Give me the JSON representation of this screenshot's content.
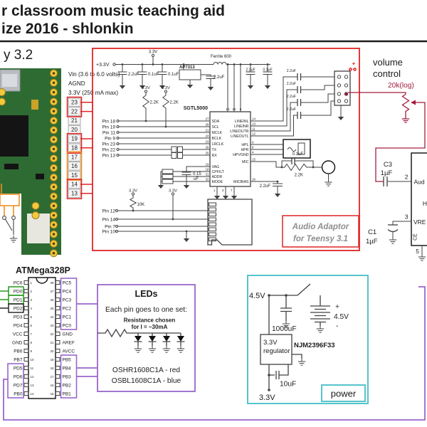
{
  "header": {
    "title_line1": "r classroom music teaching aid",
    "title_line2": "ize 2016  -  shlonkin"
  },
  "teensy": {
    "label": "y 3.2",
    "vin": "Vin  (3.6 to 6.0 volts)",
    "agnd": "AGND",
    "v33": "3.3V (250 mA max)",
    "pins": [
      "23",
      "22",
      "21",
      "20",
      "19",
      "18",
      "17",
      "16",
      "15",
      "14",
      "13"
    ]
  },
  "audio": {
    "supply": {
      "in": "+3.3V",
      "vtop": "3.3V",
      "c1": "2.2uF",
      "c2": "0.1uF",
      "c3": "0.1uF",
      "reg": "AP7313",
      "c4": "2.2uF",
      "ferrite": "Ferrite 600",
      "c5": "2.2uF",
      "c6": "0.1uF"
    },
    "pullups": {
      "v1": "3.3V",
      "v2": "3.3V",
      "r1": "2.2K",
      "r2": "2.2K"
    },
    "pins_left": [
      "Pin 18",
      "Pin 19",
      "Pin 11",
      "Pin 9",
      "Pin 23",
      "Pin 22",
      "Pin 13"
    ],
    "chip": {
      "name": "SGTL5000",
      "top_nums": [
        "10",
        "20",
        "5"
      ],
      "left": [
        {
          "n": "27",
          "t": "SDA"
        },
        {
          "n": "28",
          "t": "SCL"
        },
        {
          "n": "21",
          "t": "MCLK"
        },
        {
          "n": "24",
          "t": "BCLK"
        },
        {
          "n": "23",
          "t": "LRCLK"
        },
        {
          "n": "26",
          "t": "TX"
        },
        {
          "n": "25",
          "t": "RX"
        },
        {
          "n": "19",
          "t": "VAG"
        },
        {
          "n": "18",
          "t": "CPFILT"
        },
        {
          "n": "31",
          "t": "ADDR"
        },
        {
          "n": "32",
          "t": "MODE"
        }
      ],
      "right": [
        {
          "n": "14",
          "t": "LINEINL"
        },
        {
          "n": "13",
          "t": "LINEINR"
        },
        {
          "n": "11",
          "t": "LINEOUTR"
        },
        {
          "n": "12",
          "t": "LINEOUTL"
        },
        {
          "n": "6",
          "t": "HPL"
        },
        {
          "n": "8",
          "t": "HPR"
        },
        {
          "n": "4",
          "t": "HPVGND"
        },
        {
          "n": "15",
          "t": "MIC"
        },
        {
          "n": "16",
          "t": "MICBIAS"
        }
      ],
      "bottom": [
        "1",
        "3",
        "7"
      ]
    },
    "vag_cap_a": "0.15",
    "vag_cap_b": "uF",
    "line_caps": [
      "2.2uF",
      "2.2uF",
      "2.2uF",
      "2.2uF"
    ],
    "mic": {
      "cap": "0.1uF",
      "res": "2.2K",
      "bias_cap": "2.2uF"
    },
    "sd": {
      "v1": "3.3V",
      "r": "10K",
      "v2": "3.3V",
      "pins": [
        "Pin 12",
        "Pin 14",
        "Pin 7",
        "Pin 10"
      ]
    },
    "plus": "+",
    "note1": "Audio Adaptor",
    "note2": "for Teensy 3.1"
  },
  "volume": {
    "l1": "volume",
    "l2": "control",
    "pot": "20k(log)"
  },
  "amp": {
    "c3": "C3",
    "c3v": "1µF",
    "p2": "2",
    "aud": "Aud",
    "h": "H",
    "p3": "3",
    "vre": "VRE",
    "c1": "C1",
    "c1v": "1µF",
    "ce": "CE",
    "p5": "5"
  },
  "atmega": {
    "label": "ATMega328P",
    "left": [
      "PC6",
      "PD0",
      "PD1",
      "PD2",
      "PD3",
      "PD4",
      "VCC",
      "GND",
      "PB6",
      "PB7",
      "PD5",
      "PD6",
      "PD7",
      "PB0"
    ],
    "right": [
      "PC5",
      "PC4",
      "PC3",
      "PC2",
      "PC1",
      "PC0",
      "GND",
      "AREF",
      "AVCC",
      "PB5",
      "PB4",
      "PB3",
      "PB2",
      "PB1"
    ],
    "lnum": [
      "1",
      "2",
      "3",
      "4",
      "5",
      "6",
      "7",
      "8",
      "9",
      "10",
      "11",
      "12",
      "13",
      "14"
    ],
    "rnum": [
      "28",
      "27",
      "26",
      "25",
      "24",
      "23",
      "22",
      "21",
      "20",
      "19",
      "18",
      "17",
      "16",
      "15"
    ]
  },
  "leds": {
    "title": "LEDs",
    "sub": "Each pin goes to one set:",
    "note1": "Resistance chosen",
    "note2": "for I = ~30mA",
    "red_part": "OSHR1608C1A - red",
    "blue_part": "OSBL1608C1A - blue"
  },
  "power": {
    "vin": "4.5V",
    "cap1": "1000uF",
    "plus": "+",
    "batt": "4.5V",
    "minus": "-",
    "reg1": "3.3V",
    "reg2": "regulator",
    "part": "NJM2396F33",
    "cap2": "10uF",
    "vout": "3.3V",
    "label": "power"
  },
  "colors": {
    "red": "#e02424",
    "maroon": "#a31e3e",
    "orange": "#f09022",
    "purple": "#9966cc",
    "green": "#33a02c",
    "teal": "#56c4cc"
  }
}
